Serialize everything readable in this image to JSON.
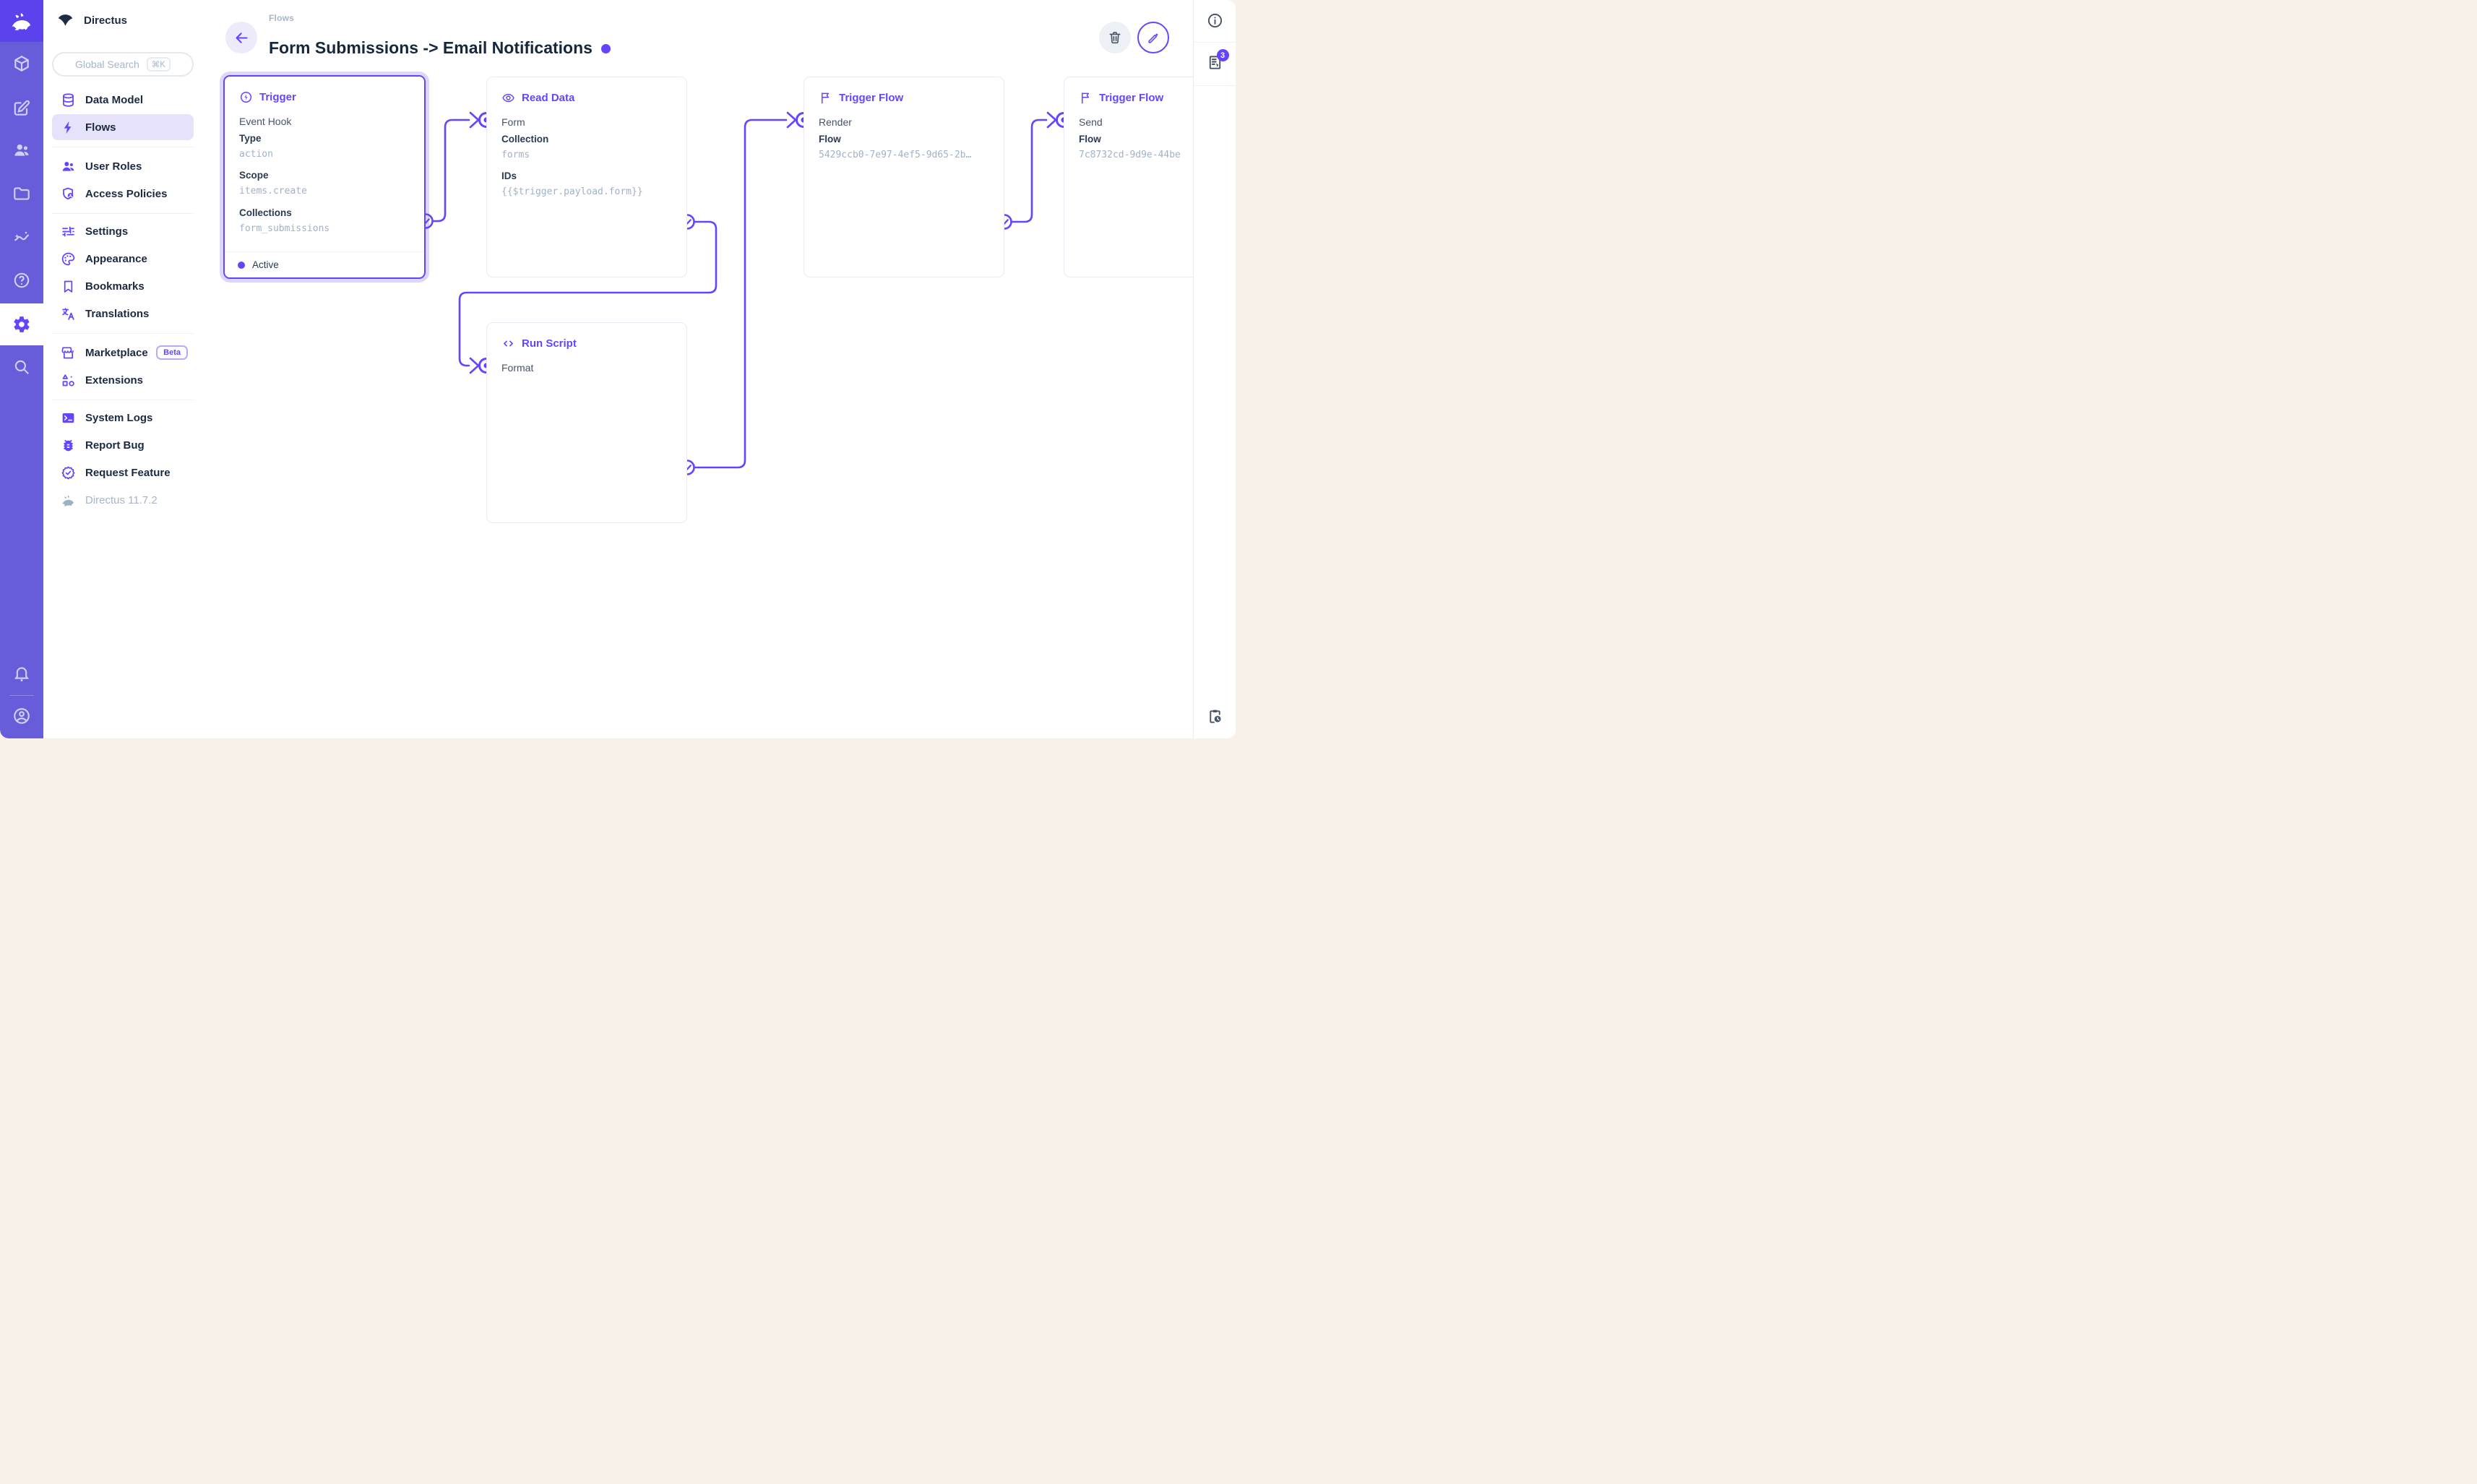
{
  "app": {
    "project_name": "Directus",
    "version_label": "Directus 11.7.2"
  },
  "colors": {
    "accent": "#6644ff",
    "module_bar": "#675cd9",
    "logo_tile": "#5a43ec",
    "frame_background": "#f7f1e9",
    "nav_active_background": "#e7e2fb"
  },
  "module_bar": {
    "modules": [
      "content",
      "editor",
      "users",
      "files",
      "insights",
      "help",
      "settings",
      "search"
    ],
    "active_module": "settings",
    "bottom": [
      "notifications",
      "account"
    ]
  },
  "nav": {
    "search": {
      "placeholder": "Global Search",
      "shortcut": "⌘K"
    },
    "groups": [
      [
        {
          "label": "Data Model",
          "icon": "database-icon"
        },
        {
          "label": "Flows",
          "icon": "bolt-icon",
          "active": true
        }
      ],
      [
        {
          "label": "User Roles",
          "icon": "users-icon"
        },
        {
          "label": "Access Policies",
          "icon": "shield-user-icon"
        }
      ],
      [
        {
          "label": "Settings",
          "icon": "tune-icon"
        },
        {
          "label": "Appearance",
          "icon": "palette-icon"
        },
        {
          "label": "Bookmarks",
          "icon": "bookmark-icon"
        },
        {
          "label": "Translations",
          "icon": "translate-icon"
        }
      ],
      [
        {
          "label": "Marketplace",
          "icon": "storefront-icon",
          "badge": "Beta"
        },
        {
          "label": "Extensions",
          "icon": "extensions-icon"
        }
      ],
      [
        {
          "label": "System Logs",
          "icon": "terminal-icon"
        },
        {
          "label": "Report Bug",
          "icon": "bug-icon"
        },
        {
          "label": "Request Feature",
          "icon": "seal-check-icon"
        }
      ]
    ]
  },
  "header": {
    "breadcrumb": "Flows",
    "title": "Form Submissions -> Email Notifications"
  },
  "right_sidebar": {
    "badge_count": "3"
  },
  "flow": {
    "panels": [
      {
        "title": "Trigger",
        "name": "Event Hook",
        "fields": [
          {
            "label": "Type",
            "value": "action"
          },
          {
            "label": "Scope",
            "value": "items.create"
          },
          {
            "label": "Collections",
            "value": "form_submissions"
          }
        ],
        "status": "Active",
        "selected": true
      },
      {
        "title": "Read Data",
        "name": "Form",
        "fields": [
          {
            "label": "Collection",
            "value": "forms"
          },
          {
            "label": "IDs",
            "value": "{{$trigger.payload.form}}"
          }
        ]
      },
      {
        "title": "Trigger Flow",
        "name": "Render",
        "fields": [
          {
            "label": "Flow",
            "value": "5429ccb0-7e97-4ef5-9d65-2b…"
          }
        ]
      },
      {
        "title": "Trigger Flow",
        "name": "Send",
        "fields": [
          {
            "label": "Flow",
            "value": "7c8732cd-9d9e-44be"
          }
        ]
      },
      {
        "title": "Run Script",
        "name": "Format",
        "fields": []
      }
    ]
  }
}
